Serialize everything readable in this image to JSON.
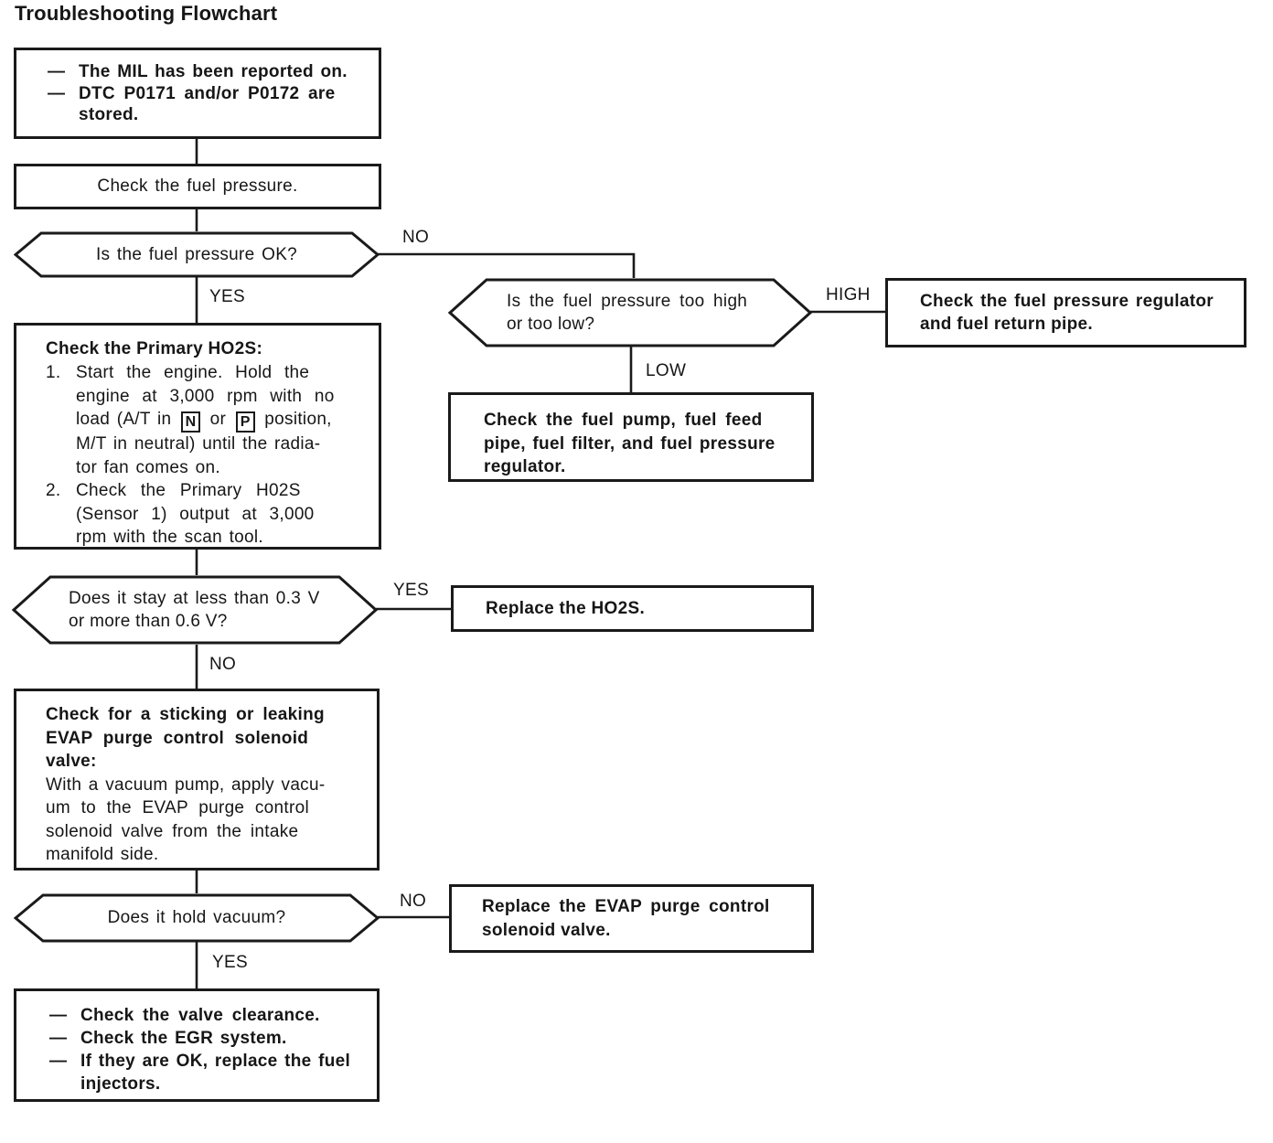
{
  "title": "Troubleshooting Flowchart",
  "dash": "—",
  "labels": {
    "hex1_no": "NO",
    "hex1_yes": "YES",
    "hex2_high": "HIGH",
    "hex2_low": "LOW",
    "hex3_yes": "YES",
    "hex3_no": "NO",
    "hex4_no": "NO",
    "hex4_yes": "YES"
  },
  "nodes": {
    "start": {
      "lines": [
        {
          "text": "The MIL has been reported on."
        },
        {
          "text": "DTC P0171 and/or P0172 are"
        },
        {
          "text": "stored."
        }
      ]
    },
    "check_fuel_pressure": {
      "text": "Check the fuel pressure."
    },
    "hex_fuel_ok": {
      "text": "Is the fuel pressure OK?"
    },
    "hex_high_low": {
      "l1": "Is the fuel pressure too high",
      "l2": "or too low?"
    },
    "box_regulator": {
      "l1": "Check the fuel pressure regulator",
      "l2": "and fuel return pipe."
    },
    "box_pump": {
      "l1": "Check the fuel pump, fuel feed",
      "l2": "pipe, fuel filter, and fuel pressure",
      "l3": "regulator."
    },
    "box_primary": {
      "heading": "Check the Primary HO2S:",
      "s1n": "1.",
      "s1l1": "Start the engine. Hold the",
      "s1l2": "engine at 3,000 rpm with no",
      "s1l3a": "load (A/T in",
      "keyN": "N",
      "s1l3b": "or",
      "keyP": "P",
      "s1l3c": "position,",
      "s1l4": "M/T in neutral) until the radia-",
      "s1l5": "tor fan comes on.",
      "s2n": "2.",
      "s2l1": "Check the Primary H02S",
      "s2l2": "(Sensor 1) output at 3,000",
      "s2l3": "rpm with the scan tool."
    },
    "hex_stay": {
      "l1": "Does it stay at less than 0.3 V",
      "l2": "or more than 0.6 V?"
    },
    "box_replace_ho2s": {
      "text": "Replace the HO2S."
    },
    "box_evap": {
      "h1": "Check for a sticking or leaking",
      "h2": "EVAP purge control solenoid",
      "h3": "valve:",
      "b1": "With a vacuum pump, apply vacu-",
      "b2": "um to the EVAP purge control",
      "b3": "solenoid valve from the intake",
      "b4": "manifold side."
    },
    "hex_vacuum": {
      "text": "Does it hold vacuum?"
    },
    "box_replace_evap": {
      "l1": "Replace the EVAP purge control",
      "l2": "solenoid valve."
    },
    "end": {
      "lines": [
        {
          "text": "Check the valve clearance."
        },
        {
          "text": "Check the EGR system."
        },
        {
          "text": "If they are OK, replace the fuel"
        },
        {
          "text": "injectors."
        }
      ]
    }
  }
}
